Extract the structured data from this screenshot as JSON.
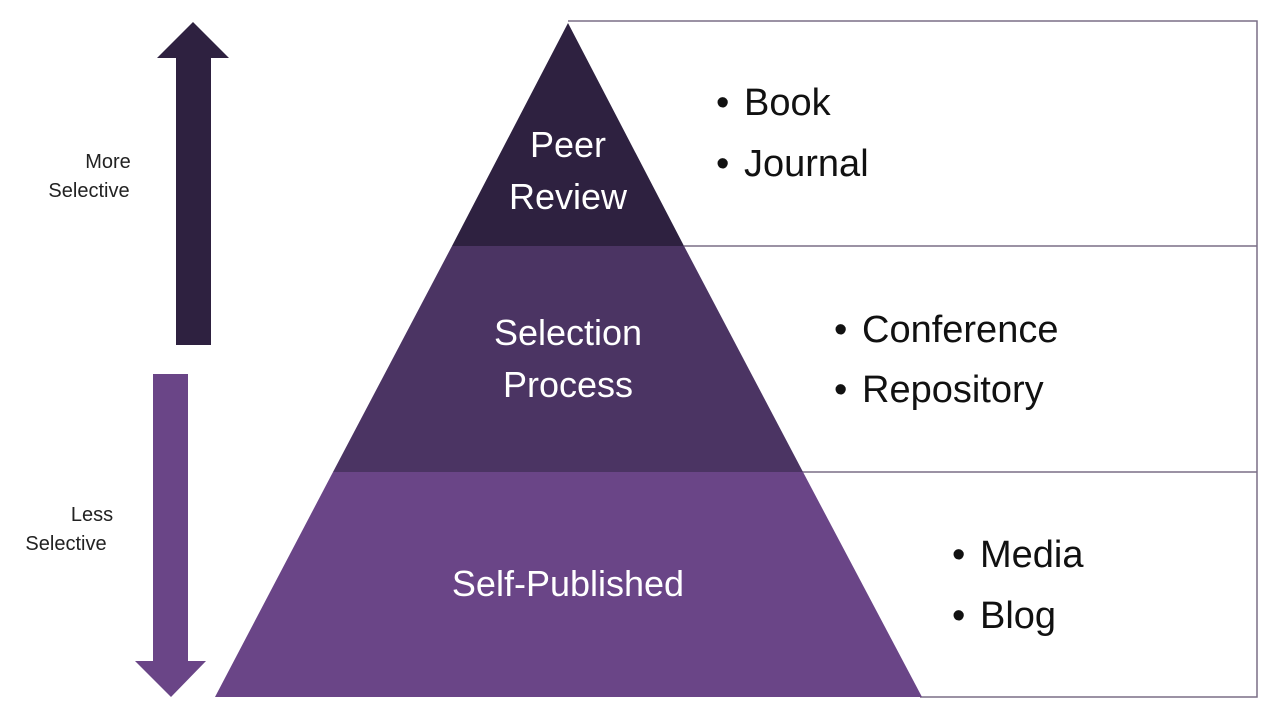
{
  "colors": {
    "top_tier": "#2e2140",
    "middle_tier": "#4b3463",
    "bottom_tier": "#6a4587",
    "up_arrow": "#2e2140",
    "down_arrow": "#6a4587",
    "box_border": "#7a6f86",
    "text": "#111111"
  },
  "side": {
    "more": {
      "line1": "More",
      "line2": "Selective"
    },
    "less": {
      "line1": "Less",
      "line2": "Selective"
    }
  },
  "tiers": [
    {
      "label_lines": [
        "Peer",
        "Review"
      ],
      "items": [
        "Book",
        "Journal"
      ]
    },
    {
      "label_lines": [
        "Selection",
        "Process"
      ],
      "items": [
        "Conference",
        "Repository"
      ]
    },
    {
      "label_lines": [
        "Self-Published"
      ],
      "items": [
        "Media",
        "Blog"
      ]
    }
  ],
  "bullet_char": "•"
}
